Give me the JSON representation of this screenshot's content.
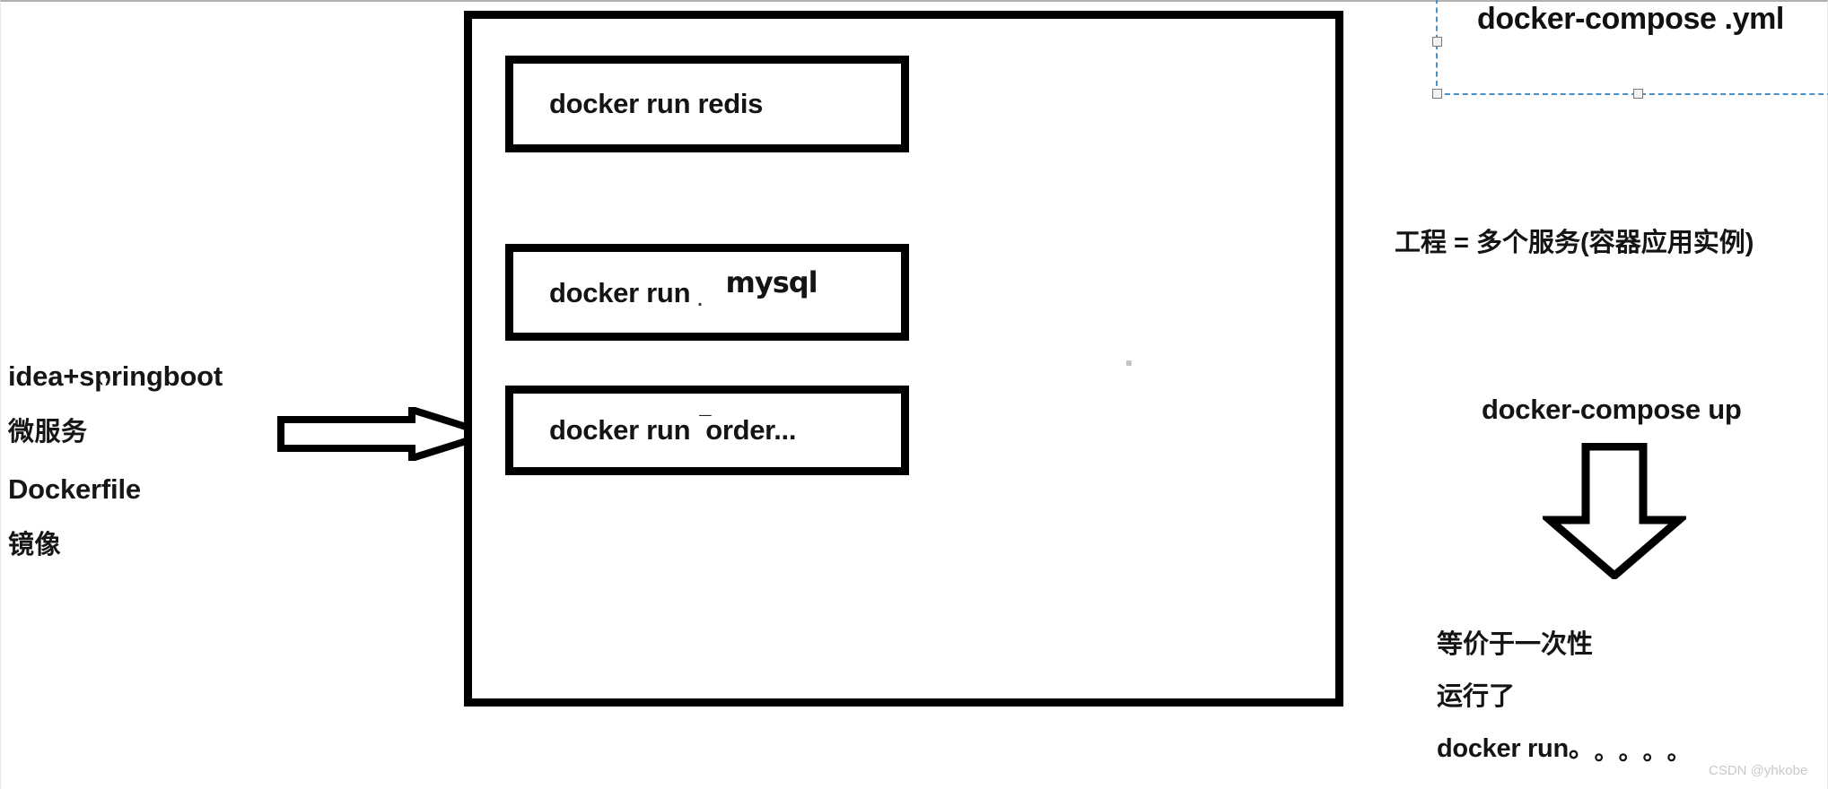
{
  "left_column": {
    "lines": [
      {
        "text": "idea+springboot",
        "lang": "en"
      },
      {
        "text": "微服务",
        "lang": "cn"
      },
      {
        "text": "Dockerfile",
        "lang": "en"
      },
      {
        "text": "镜像",
        "lang": "cn"
      }
    ]
  },
  "container": {
    "services": [
      {
        "prefix": "docker run redis",
        "mark": "",
        "raised": ""
      },
      {
        "prefix": "docker run",
        "mark": ".",
        "raised": "mysql"
      },
      {
        "prefix": "docker run",
        "mark": "",
        "tick": "¯",
        "raised_inline": "order..."
      }
    ]
  },
  "arrows": {
    "left_arrow_name": "block-arrow-right",
    "down_arrow_name": "block-arrow-down"
  },
  "right_panel": {
    "compose_file": "docker-compose .yml",
    "project_equation": "工程 = 多个服务(容器应用实例)",
    "compose_up": "docker-compose up",
    "result_lines": [
      "等价于一次性",
      "运行了"
    ],
    "result_last_prefix": "docker run。",
    "result_dots": "。。。。"
  },
  "watermark": "CSDN @yhkobe",
  "colors": {
    "stroke": "#000000",
    "text": "#141414",
    "selection_dash": "#4a90c4",
    "handle_fill": "#f2f2f2",
    "handle_stroke": "#7a7a7a",
    "watermark": "#c9c9c9",
    "background": "#ffffff"
  }
}
